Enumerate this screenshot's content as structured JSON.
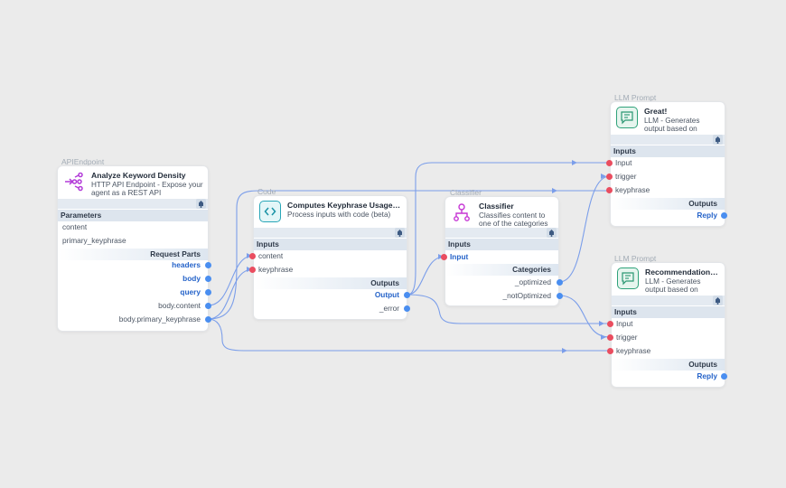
{
  "colors": {
    "canvas": "#ebebeb",
    "edge": "#7b9eea",
    "input_port": "#ea4d5f",
    "output_port": "#4a8ef0",
    "link_text": "#2563c9"
  },
  "api_endpoint": {
    "type_label": "APIEndpoint",
    "title": "Analyze Keyword Density",
    "description": "HTTP API Endpoint - Expose your agent as a REST API",
    "icon": "webhook-icon",
    "parameters_label": "Parameters",
    "parameters": [
      "content",
      "primary_keyphrase"
    ],
    "request_parts_label": "Request Parts",
    "request_parts": [
      "headers",
      "body",
      "query"
    ],
    "outputs": [
      "body.content",
      "body.primary_keyphrase"
    ]
  },
  "code_node": {
    "type_label": "Code",
    "title": "Computes Keyphrase Usage…",
    "description": "Process inputs with code (beta)",
    "icon": "code-brackets-icon",
    "inputs_label": "Inputs",
    "inputs": [
      "content",
      "keyphrase"
    ],
    "outputs_label": "Outputs",
    "outputs": [
      "Output",
      "_error"
    ]
  },
  "classifier_node": {
    "type_label": "Classifier",
    "title": "Classifier",
    "description": "Classifies content to one of the categories",
    "icon": "hierarchy-icon",
    "inputs_label": "Inputs",
    "inputs": [
      "Input"
    ],
    "categories_label": "Categories",
    "categories": [
      "_optimized",
      "_notOptimized"
    ]
  },
  "great_node": {
    "type_label": "LLM Prompt",
    "title": "Great!",
    "description": "LLM - Generates output based on",
    "icon": "chat-bubble-icon",
    "inputs_label": "Inputs",
    "inputs": [
      "Input",
      "trigger",
      "keyphrase"
    ],
    "outputs_label": "Outputs",
    "outputs": [
      "Reply"
    ]
  },
  "recommendation_node": {
    "type_label": "LLM Prompt",
    "title": "Recommendation…",
    "description": "LLM - Generates output based on",
    "icon": "chat-bubble-icon",
    "inputs_label": "Inputs",
    "inputs": [
      "Input",
      "trigger",
      "keyphrase"
    ],
    "outputs_label": "Outputs",
    "outputs": [
      "Reply"
    ]
  }
}
